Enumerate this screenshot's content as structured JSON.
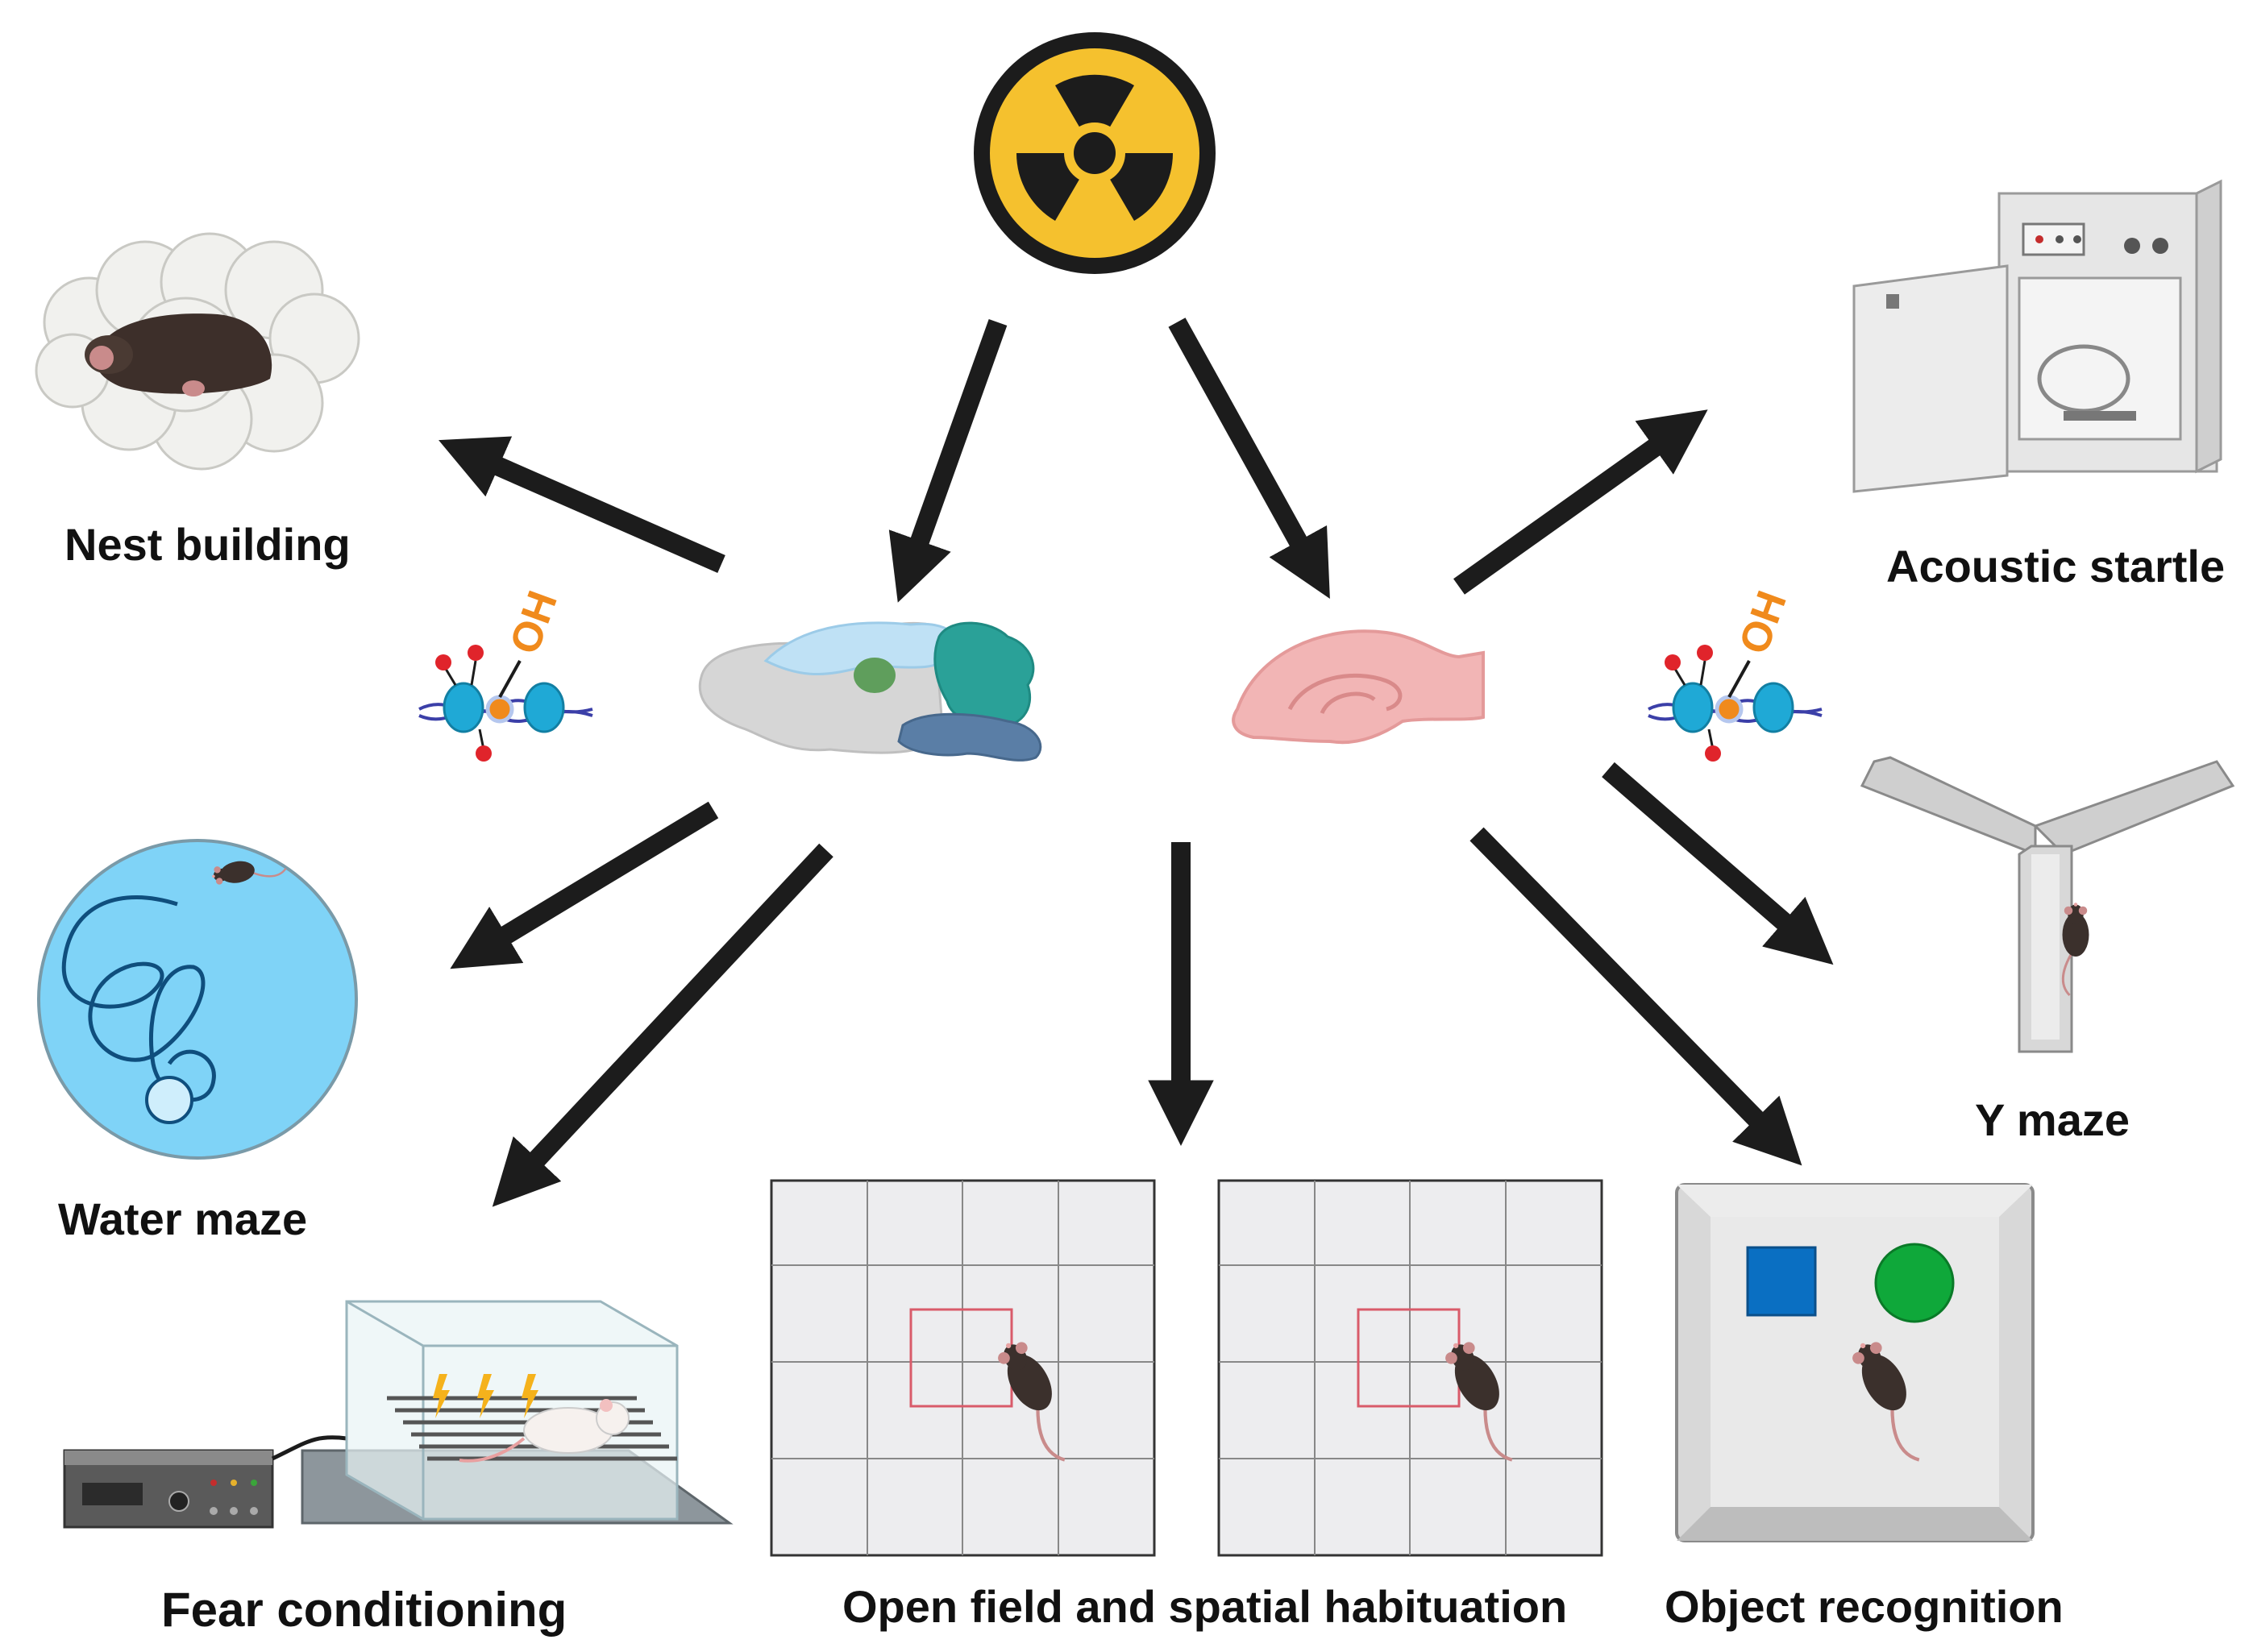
{
  "labels": {
    "nest": "Nest building",
    "acoustic": "Acoustic startle",
    "water": "Water maze",
    "ymaze": "Y maze",
    "fear": "Fear conditioning",
    "openfield": "Open field and spatial habituation",
    "object": "Object recognition",
    "oh_left": "OH",
    "oh_right": "OH"
  },
  "icons": {
    "radiation": "radiation-symbol-icon",
    "brain": "mouse-brain-sagittal-icon",
    "hippocampus": "hippocampus-icon",
    "epigenetic": "dna-methylation-nucleosome-icon",
    "mouse": "mouse-icon"
  },
  "colors": {
    "arrow": "#1c1c1c",
    "radiation_yellow": "#f5c12e",
    "oh_orange": "#f08a1c",
    "water_blue": "#7fd3f7",
    "nucleosome_teal": "#1fa9d6",
    "methyl_red": "#e0242b",
    "object_square": "#0a6fc2",
    "object_circle": "#0fa83a",
    "hippocampus_pink": "#f2b5b5"
  }
}
